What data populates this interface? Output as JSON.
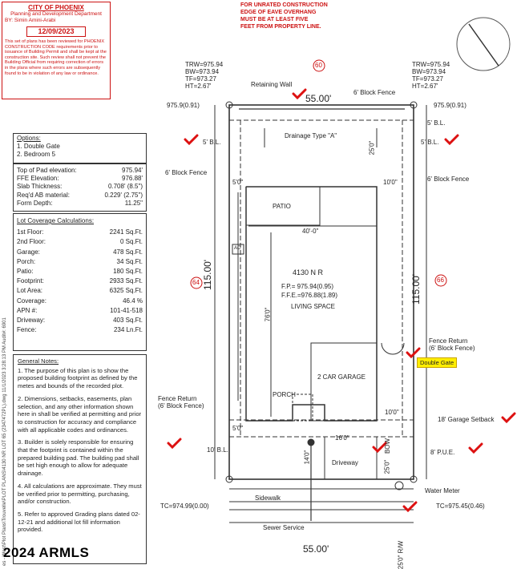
{
  "stamp": {
    "city": "CITY OF PHOENIX",
    "dept": "Planning and Development Department",
    "by": "BY: Simin Amini-Arabi",
    "date": "12/09/2023",
    "text": "This set of plans has been reviewed for PHOENIX CONSTRUCTION CODE requirements prior to issuance of Building Permit and shall be kept at the construction site. Such review shall not prevent the Building Official from requiring correction of errors in the plans where such errors are subsequently found to be in violation of any law or ordinance."
  },
  "eave_note": [
    "FOR UNRATED CONSTRUCTION",
    "EDGE OF EAVE OVERHANG",
    "MUST BE AT LEAST FIVE",
    "FEET FROM PROPERTY LINE."
  ],
  "side_text": "es - West\\Plot Plans\\Trouvelle\\PLOT PLANS\\4130 NR LOT 65 (2347472PL).dwg 11/1/2023 3:28:13 PM Audit#: 6901",
  "options": {
    "title": "Options:",
    "items": [
      "1. Double Gate",
      "2. Bedroom 5"
    ]
  },
  "pad": [
    {
      "label": "Top of Pad elevation:",
      "value": "975.94'"
    },
    {
      "label": "FFE Elevation:",
      "value": "976.88'"
    },
    {
      "label": "Slab Thickness:",
      "value": "0.708' (8.5\")"
    },
    {
      "label": "Req'd AB material:",
      "value": "0.229' (2.75\")"
    },
    {
      "label": "Form Depth:",
      "value": "11.25\""
    }
  ],
  "coverage": {
    "title": "Lot Coverage Calculations:",
    "rows": [
      {
        "label": "1st Floor:",
        "value": "2241 Sq.Ft."
      },
      {
        "label": "2nd Floor:",
        "value": "0 Sq.Ft."
      },
      {
        "label": "Garage:",
        "value": "478 Sq.Ft."
      },
      {
        "label": "Porch:",
        "value": "34 Sq.Ft."
      },
      {
        "label": "Patio:",
        "value": "180 Sq.Ft."
      },
      {
        "label": "Footprint:",
        "value": "2933 Sq.Ft."
      },
      {
        "label": "Lot Area:",
        "value": "6325 Sq.Ft."
      },
      {
        "label": "Coverage:",
        "value": "46.4 %"
      },
      {
        "label": "APN #:",
        "value": "101-41-518"
      },
      {
        "label": "Driveway:",
        "value": "403 Sq.Ft."
      },
      {
        "label": "Fence:",
        "value": "234 Ln.Ft."
      }
    ]
  },
  "notes": {
    "title": "General Notes:",
    "items": [
      "1. The purpose of this plan is to show the proposed building footprint as defined by the metes and bounds of the recorded plot.",
      "2. Dimensions, setbacks, easements, plan selection, and any other information shown here in shall be verified at permitting and prior to construction for accuracy and compliance with all applicable codes and ordinances.",
      "3. Builder is solely responsible for ensuring that the footprint is contained within the prepared building pad. The building pad shall be set high enough to allow for adequate drainage.",
      "4. All calculations are approximate. They must be verified prior to permitting, purchasing, and/or construction.",
      "5. Refer to approved Grading plans dated 02-12-21 and additional lot fill information provided."
    ]
  },
  "plan": {
    "top_left_elev": [
      "TRW=975.94",
      "BW=973.94",
      "TF=973.27",
      "HT=2.67'"
    ],
    "top_right_elev": [
      "TRW=975.94",
      "BW=973.94",
      "TF=973.27",
      "HT=2.67'"
    ],
    "lot_top": "60",
    "lot_left": "64",
    "lot_right": "66",
    "retaining_wall": "Retaining Wall",
    "block_fence_top": "6' Block Fence",
    "dim_top": "55.00'",
    "dim_bottom": "55.00'",
    "corner_tl": "975.9(0.91)",
    "corner_tr": "975.9(0.91)",
    "bl_left": "5' B.L.",
    "bl_right_top": "5' B.L.",
    "bl_right": "5' B.L.",
    "drainage": "Drainage Type \"A\"",
    "dim_25_top": "25'0\"",
    "fence_left": "6' Block Fence",
    "fence_right": "6' Block Fence",
    "dim_5_0": "5'0\"",
    "dim_10_0": "10'0\"",
    "patio": "PATIO",
    "dim_40": "40'-0\"",
    "ac": "AC",
    "address": "4130 N R",
    "fp": "F.P.= 975.94(0.95)",
    "ffe": "F.F.E.=976.88(1.89)",
    "living": "LIVING SPACE",
    "dim_76": "76'0\"",
    "dim_115_left": "115.00'",
    "dim_115_right": "115.00'",
    "fence_return_r1": "Fence Return",
    "fence_return_r2": "(6' Block Fence)",
    "double_gate": "Double Gate",
    "garage": "2 CAR GARAGE",
    "porch": "PORCH",
    "fence_return_l1": "Fence Return",
    "fence_return_l2": "(6' Block Fence)",
    "dim_10_0b": "10'0\"",
    "garage_setback": "18' Garage Setback",
    "dim_5_0b": "5'0\"",
    "bl_10": "10' B.L.",
    "dim_16": "16'0\"",
    "dim_14": "14'0\"",
    "bow": "BOW",
    "pue": "8' P.U.E.",
    "driveway": "Driveway",
    "dim_25_bottom": "25'0\"",
    "water_meter": "Water Meter",
    "sidewalk": "Sidewalk",
    "tc_left": "TC=974.99(0.00)",
    "tc_right": "TC=975.45(0.46)",
    "sewer": "Sewer Service",
    "rw": "25'0\" R/W"
  },
  "watermark": "2024 ARMLS",
  "colors": {
    "stamp": "#c11111",
    "check": "#dd1111",
    "highlight": "#ffee00"
  }
}
